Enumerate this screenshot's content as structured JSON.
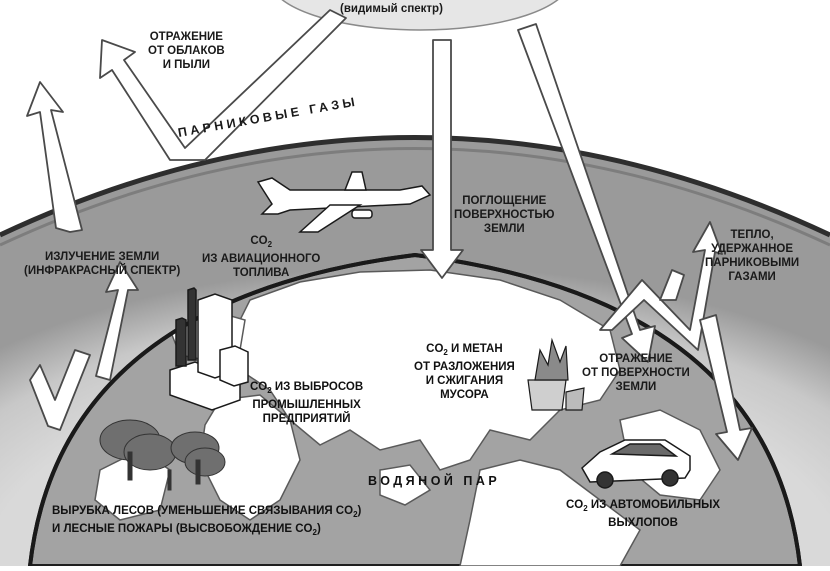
{
  "sun_label": "(видимый спектр)",
  "labels": {
    "reflection_clouds": [
      "ОТРАЖЕНИЕ",
      "ОТ ОБЛАКОВ",
      "И ПЫЛИ"
    ],
    "greenhouse_gases": "ПАРНИКОВЫЕ ГАЗЫ",
    "absorption_surface": [
      "ПОГЛОЩЕНИЕ",
      "ПОВЕРХНОСТЬЮ",
      "ЗЕМЛИ"
    ],
    "earth_radiation": [
      "ИЗЛУЧЕНИЕ ЗЕМЛИ",
      "(ИНФРАКРАСНЫЙ СПЕКТР)"
    ],
    "co2_aviation": [
      "CO",
      "ИЗ АВИАЦИОННОГО",
      "ТОПЛИВА"
    ],
    "heat_retained": [
      "ТЕПЛО,",
      "УДЕРЖАННОЕ",
      "ПАРНИКОВЫМИ",
      "ГАЗАМИ"
    ],
    "co2_methane": [
      "CO",
      "И МЕТАН",
      "ОТ РАЗЛОЖЕНИЯ",
      "И СЖИГАНИЯ",
      "МУСОРА"
    ],
    "surface_reflection": [
      "ОТРАЖЕНИЕ",
      "ОТ ПОВЕРХНОСТИ",
      "ЗЕМЛИ"
    ],
    "co2_industry": [
      "CO",
      "ИЗ ВЫБРОСОВ",
      "ПРОМЫШЛЕННЫХ",
      "ПРЕДПРИЯТИЙ"
    ],
    "water_vapor": "ВОДЯНОЙ ПАР",
    "deforestation": [
      "ВЫРУБКА ЛЕСОВ (УМЕНЬШЕНИЕ СВЯЗЫВАНИЯ CO",
      ")",
      "И ЛЕСНЫЕ ПОЖАРЫ (ВЫСВОБОЖДЕНИЕ CO",
      ")"
    ],
    "co2_cars": [
      "CO",
      "ИЗ АВТОМОБИЛЬНЫХ",
      "ВЫХЛОПОВ"
    ],
    "subscript_2": "2"
  },
  "colors": {
    "atmosphere_band": "#bdbdbd",
    "atmosphere_outline": "#3a3a3a",
    "earth_ocean": "#9e9e9e",
    "earth_land": "#ffffff",
    "arrow_fill": "#ffffff",
    "arrow_stroke": "#4a4a4a",
    "sun": "#e6e6e6"
  }
}
